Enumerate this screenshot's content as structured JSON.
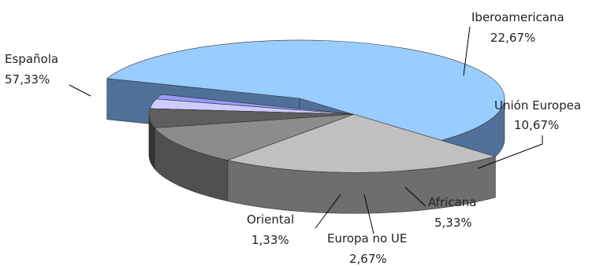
{
  "chart_data": {
    "type": "pie",
    "title": "",
    "slices": [
      {
        "label": "Española",
        "value": 57.33,
        "value_label": "57,33%",
        "top_color": "#99ccff",
        "side_color": "#4f7199",
        "exploded": false
      },
      {
        "label": "Iberoamericana",
        "value": 22.67,
        "value_label": "22,67%",
        "top_color": "#c0c0c0",
        "side_color": "#6e6e6e",
        "exploded": true
      },
      {
        "label": "Unión Europea",
        "value": 10.67,
        "value_label": "10,67%",
        "top_color": "#8c8c8c",
        "side_color": "#505050",
        "exploded": true
      },
      {
        "label": "Africana",
        "value": 5.33,
        "value_label": "5,33%",
        "top_color": "#5e5e5e",
        "side_color": "#333333",
        "exploded": true
      },
      {
        "label": "Europa no UE",
        "value": 2.67,
        "value_label": "2,67%",
        "top_color": "#ccccff",
        "side_color": "#6c6c9a",
        "exploded": true
      },
      {
        "label": "Oriental",
        "value": 1.33,
        "value_label": "1,33%",
        "top_color": "#9999ff",
        "side_color": "#4848a8",
        "exploded": true
      }
    ]
  }
}
